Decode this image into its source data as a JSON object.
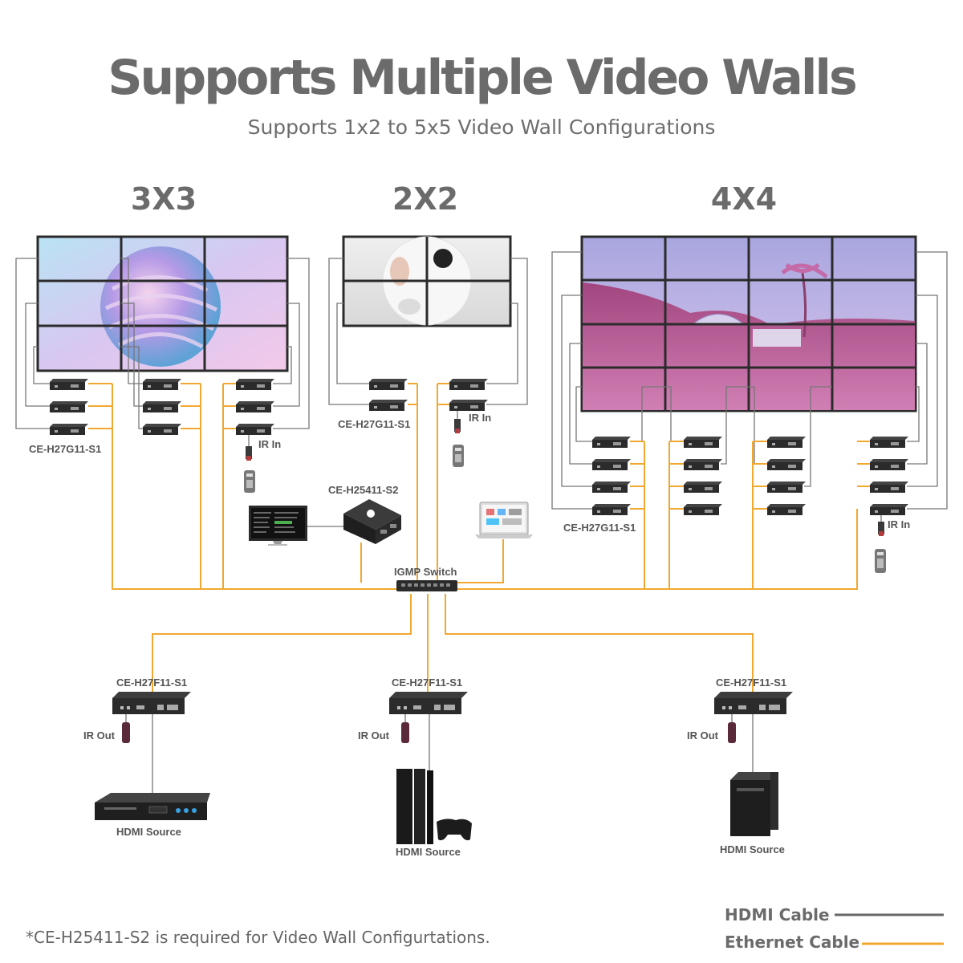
{
  "header": {
    "title": "Supports Multiple Video Walls",
    "subtitle": "Supports 1x2 to 5x5 Video Wall Configurations"
  },
  "walls": [
    {
      "label": "3X3",
      "rows": 3,
      "cols": 3
    },
    {
      "label": "2X2",
      "rows": 2,
      "cols": 2
    },
    {
      "label": "4X4",
      "rows": 4,
      "cols": 4
    }
  ],
  "labels": {
    "receiver": "CE-H27G11-S1",
    "controller": "CE-H25411-S2",
    "switch": "IGMP Switch",
    "transmitter": "CE-H27F11-S1",
    "ir_in": "IR In",
    "ir_out": "IR Out",
    "hdmi_source": "HDMI Source"
  },
  "footnote": "*CE-H25411-S2 is required for Video Wall Configurtations.",
  "legend": {
    "hdmi": "HDMI Cable",
    "ethernet": "Ethernet Cable"
  },
  "colors": {
    "title": "#6b6b6b",
    "hdmi_cable": "#666666",
    "ethernet_cable": "#f0a830",
    "device": "#2b2b2b",
    "wall_3x3": "#c9b3ec",
    "wall_2x2": "#e6e6e6",
    "wall_4x4": "#9b5fa8"
  }
}
